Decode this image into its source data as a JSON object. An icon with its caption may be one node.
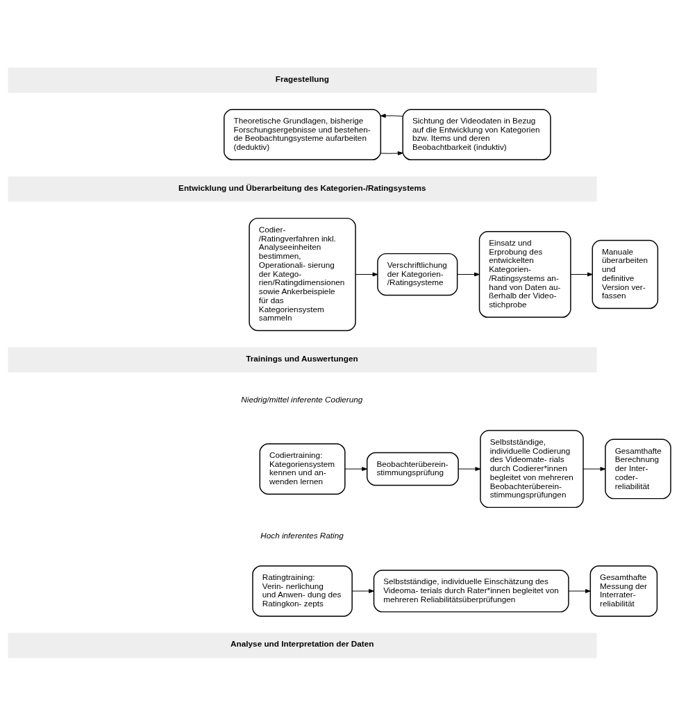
{
  "diagram": {
    "nodes": [
      {
        "text": [
          "Fragestellung"
        ]
      },
      {
        "text": [
          "Theoretische Grundlagen, bisherige Forschungsergebnisse und bestehen- de Beobachtungsysteme aufarbeiten (deduktiv)"
        ]
      },
      {
        "text": [
          "Sichtung der Videodaten in Bezug auf die Entwicklung von Kategorien bzw. Items und deren Beobachtbarkeit (induktiv)"
        ]
      },
      {
        "text": [
          "Entwicklung und Überarbeitung des Kategorien-/Ratingsystems"
        ]
      },
      {
        "text": [
          "Codier-/Ratingverfahren inkl. Analyseeinheiten bestimmen, Operationali- sierung der Katego- rien/Ratingdimensionen sowie Ankerbeispiele für das Kategoriensystem sammeln"
        ]
      },
      {
        "text": [
          "Verschriftlichung der Kategorien- /Ratingsysteme"
        ]
      },
      {
        "text": [
          "Einsatz und Erprobung des entwickelten Kategorien- /Ratingsystems an- hand von Daten au- ßerhalb der Video- stichprobe"
        ]
      },
      {
        "text": [
          "Manuale überarbeiten und definitive Version ver- fassen"
        ]
      },
      {
        "text": [
          "Trainings und Auswertungen"
        ]
      },
      {
        "text": [
          "Codiertraining: Kategoriensystem kennen und an- wenden lernen"
        ]
      },
      {
        "text": [
          "Beobachterüberein- stimmungsprüfung"
        ]
      },
      {
        "text": [
          "Selbstständige, individuelle Codierung des Videomate- rials durch Codierer*innen begleitet von mehreren Beobachterüberein- stimmungsprüfungen"
        ]
      },
      {
        "text": [
          "Gesamthafte Berechnung der Inter- coder- reliabilität"
        ]
      },
      {
        "text": [
          "Ratingtraining: Verin- nerlichung und Anwen- dung des Ratingkon- zepts"
        ]
      },
      {
        "text": [
          "Selbstständige, individuelle Einschätzung des Videoma- terials durch Rater*innen begleitet von mehreren Reliabilitätsüberprüfungen"
        ]
      },
      {
        "text": [
          "Gesamthafte Messung der Interrater- reliabilität"
        ]
      },
      {
        "text": [
          "Analyse und Interpretation der Daten"
        ]
      }
    ],
    "edges": [
      {
        "from": 1,
        "to": 2,
        "arrow": "to"
      },
      {
        "from": 2,
        "to": 1,
        "arrow": "to"
      },
      {
        "from": 4,
        "to": 5,
        "arrow": "to"
      },
      {
        "from": 5,
        "to": 6,
        "arrow": "to"
      },
      {
        "from": 6,
        "to": 7,
        "arrow": "to"
      },
      {
        "from": 9,
        "to": 10,
        "arrow": "to"
      },
      {
        "from": 10,
        "to": 11,
        "arrow": "to"
      },
      {
        "from": 11,
        "to": 12,
        "arrow": "to"
      },
      {
        "from": 13,
        "to": 14,
        "arrow": "to"
      },
      {
        "from": 14,
        "to": 15,
        "arrow": "to"
      }
    ],
    "labels": [
      "Niedrig/mittel inferente Codierung",
      "Hoch inferentes Rating"
    ]
  }
}
